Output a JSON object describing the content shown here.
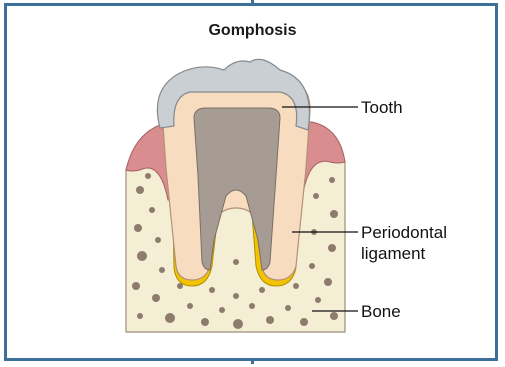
{
  "title": "Gomphosis",
  "labels": {
    "tooth": "Tooth",
    "periodontal_line1": "Periodontal",
    "periodontal_line2": "ligament",
    "bone": "Bone"
  },
  "colors": {
    "frame": "#3d6f9b",
    "enamel": "#c9cfd3",
    "dentin": "#f7dcc0",
    "pulp": "#a69c93",
    "ligament": "#f2c300",
    "gum": "#d98d8f",
    "bone": "#f4efd4",
    "bone_spots": "#8d7b6d"
  }
}
